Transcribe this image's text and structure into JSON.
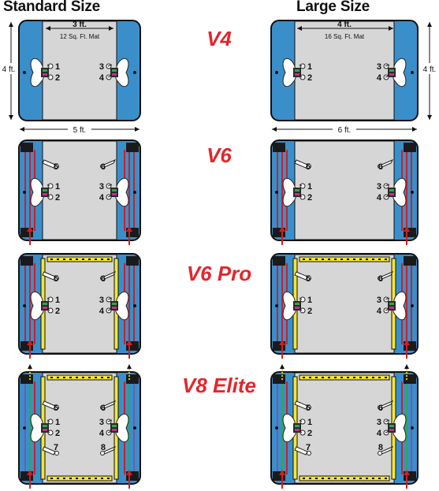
{
  "columns": {
    "standard": "Standard Size",
    "large": "Large Size"
  },
  "models": [
    "V4",
    "V6",
    "V6 Pro",
    "V8 Elite"
  ],
  "dimensions": {
    "standard": {
      "mat_width": "3 ft.",
      "mat_area": "12 Sq. Ft. Mat",
      "height": "4 ft.",
      "width": "5 ft."
    },
    "large": {
      "mat_width": "4 ft.",
      "mat_area": "16 Sq. Ft. Mat",
      "height": "4 ft.",
      "width": "6 ft."
    }
  },
  "sensor_labels": {
    "s1": "1",
    "s2": "2",
    "s3": "3",
    "s4": "4",
    "s5": "5",
    "s6": "6",
    "s7": "7",
    "s8": "8"
  },
  "colors": {
    "frame_blue": "#3a8fcb",
    "mat_grey": "#d6d6d6",
    "title_red": "#e3262c",
    "cord_red": "#cc2027",
    "rail_yellow": "#f4e53a",
    "corner_black": "#1a1a1a"
  }
}
